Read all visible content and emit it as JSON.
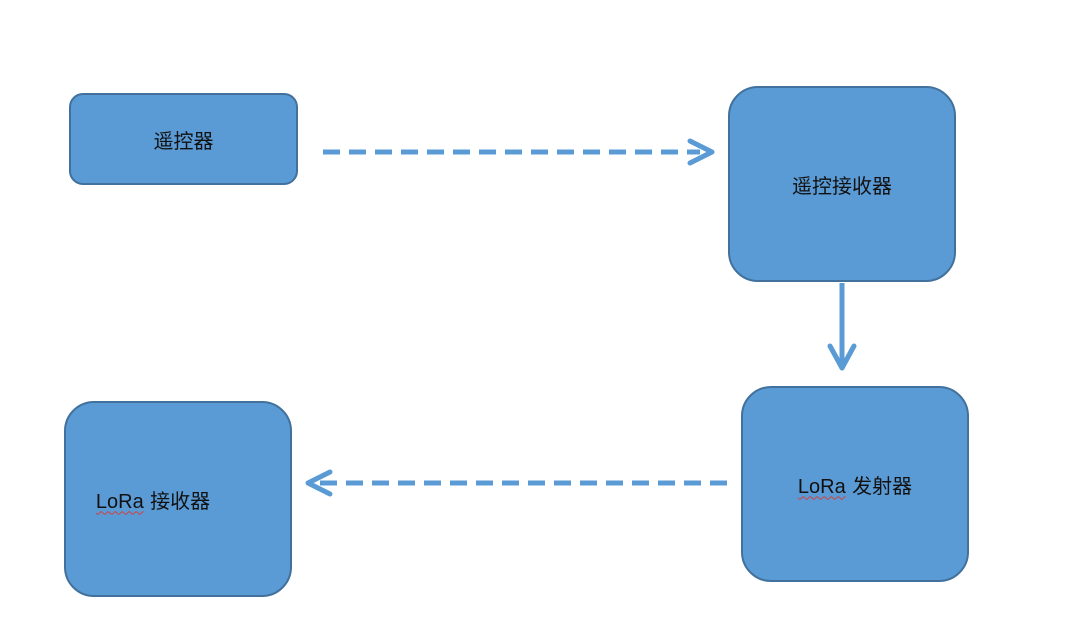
{
  "colors": {
    "node_fill": "#5b9bd5",
    "node_border": "#41719c",
    "edge": "#5b9bd5",
    "label_text": "#111111"
  },
  "nodes": {
    "remote": {
      "label": "遥控器"
    },
    "remote_receiver": {
      "label": "遥控接收器"
    },
    "lora_transmitter": {
      "label_latin": "LoRa",
      "label_rest": " 发射器"
    },
    "lora_receiver": {
      "label_latin": "LoRa",
      "label_rest": " 接收器"
    }
  },
  "edges": [
    {
      "from": "remote",
      "to": "remote_receiver",
      "style": "dashed"
    },
    {
      "from": "remote_receiver",
      "to": "lora_transmitter",
      "style": "solid"
    },
    {
      "from": "lora_transmitter",
      "to": "lora_receiver",
      "style": "dashed"
    }
  ]
}
